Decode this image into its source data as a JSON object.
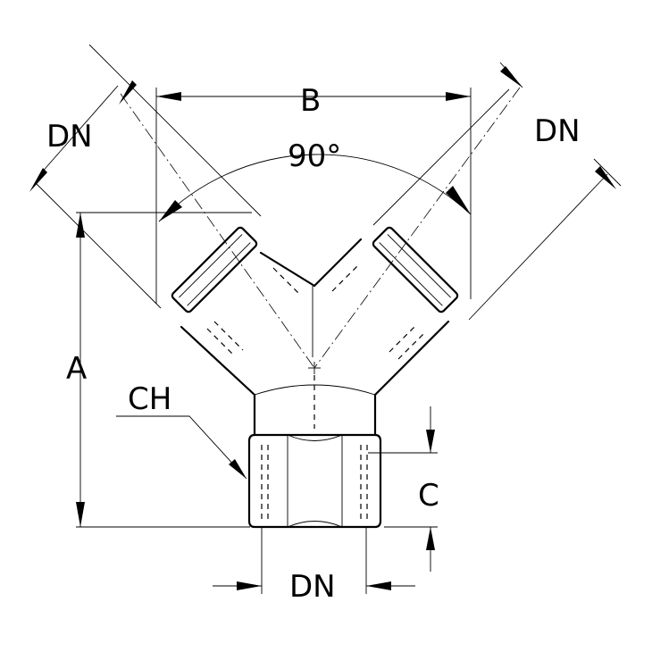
{
  "labels": {
    "dim_b": "B",
    "angle": "90°",
    "dn_left": "DN",
    "dn_right": "DN",
    "dim_a": "A",
    "ch": "CH",
    "dim_c": "C",
    "dn_bottom": "DN"
  }
}
